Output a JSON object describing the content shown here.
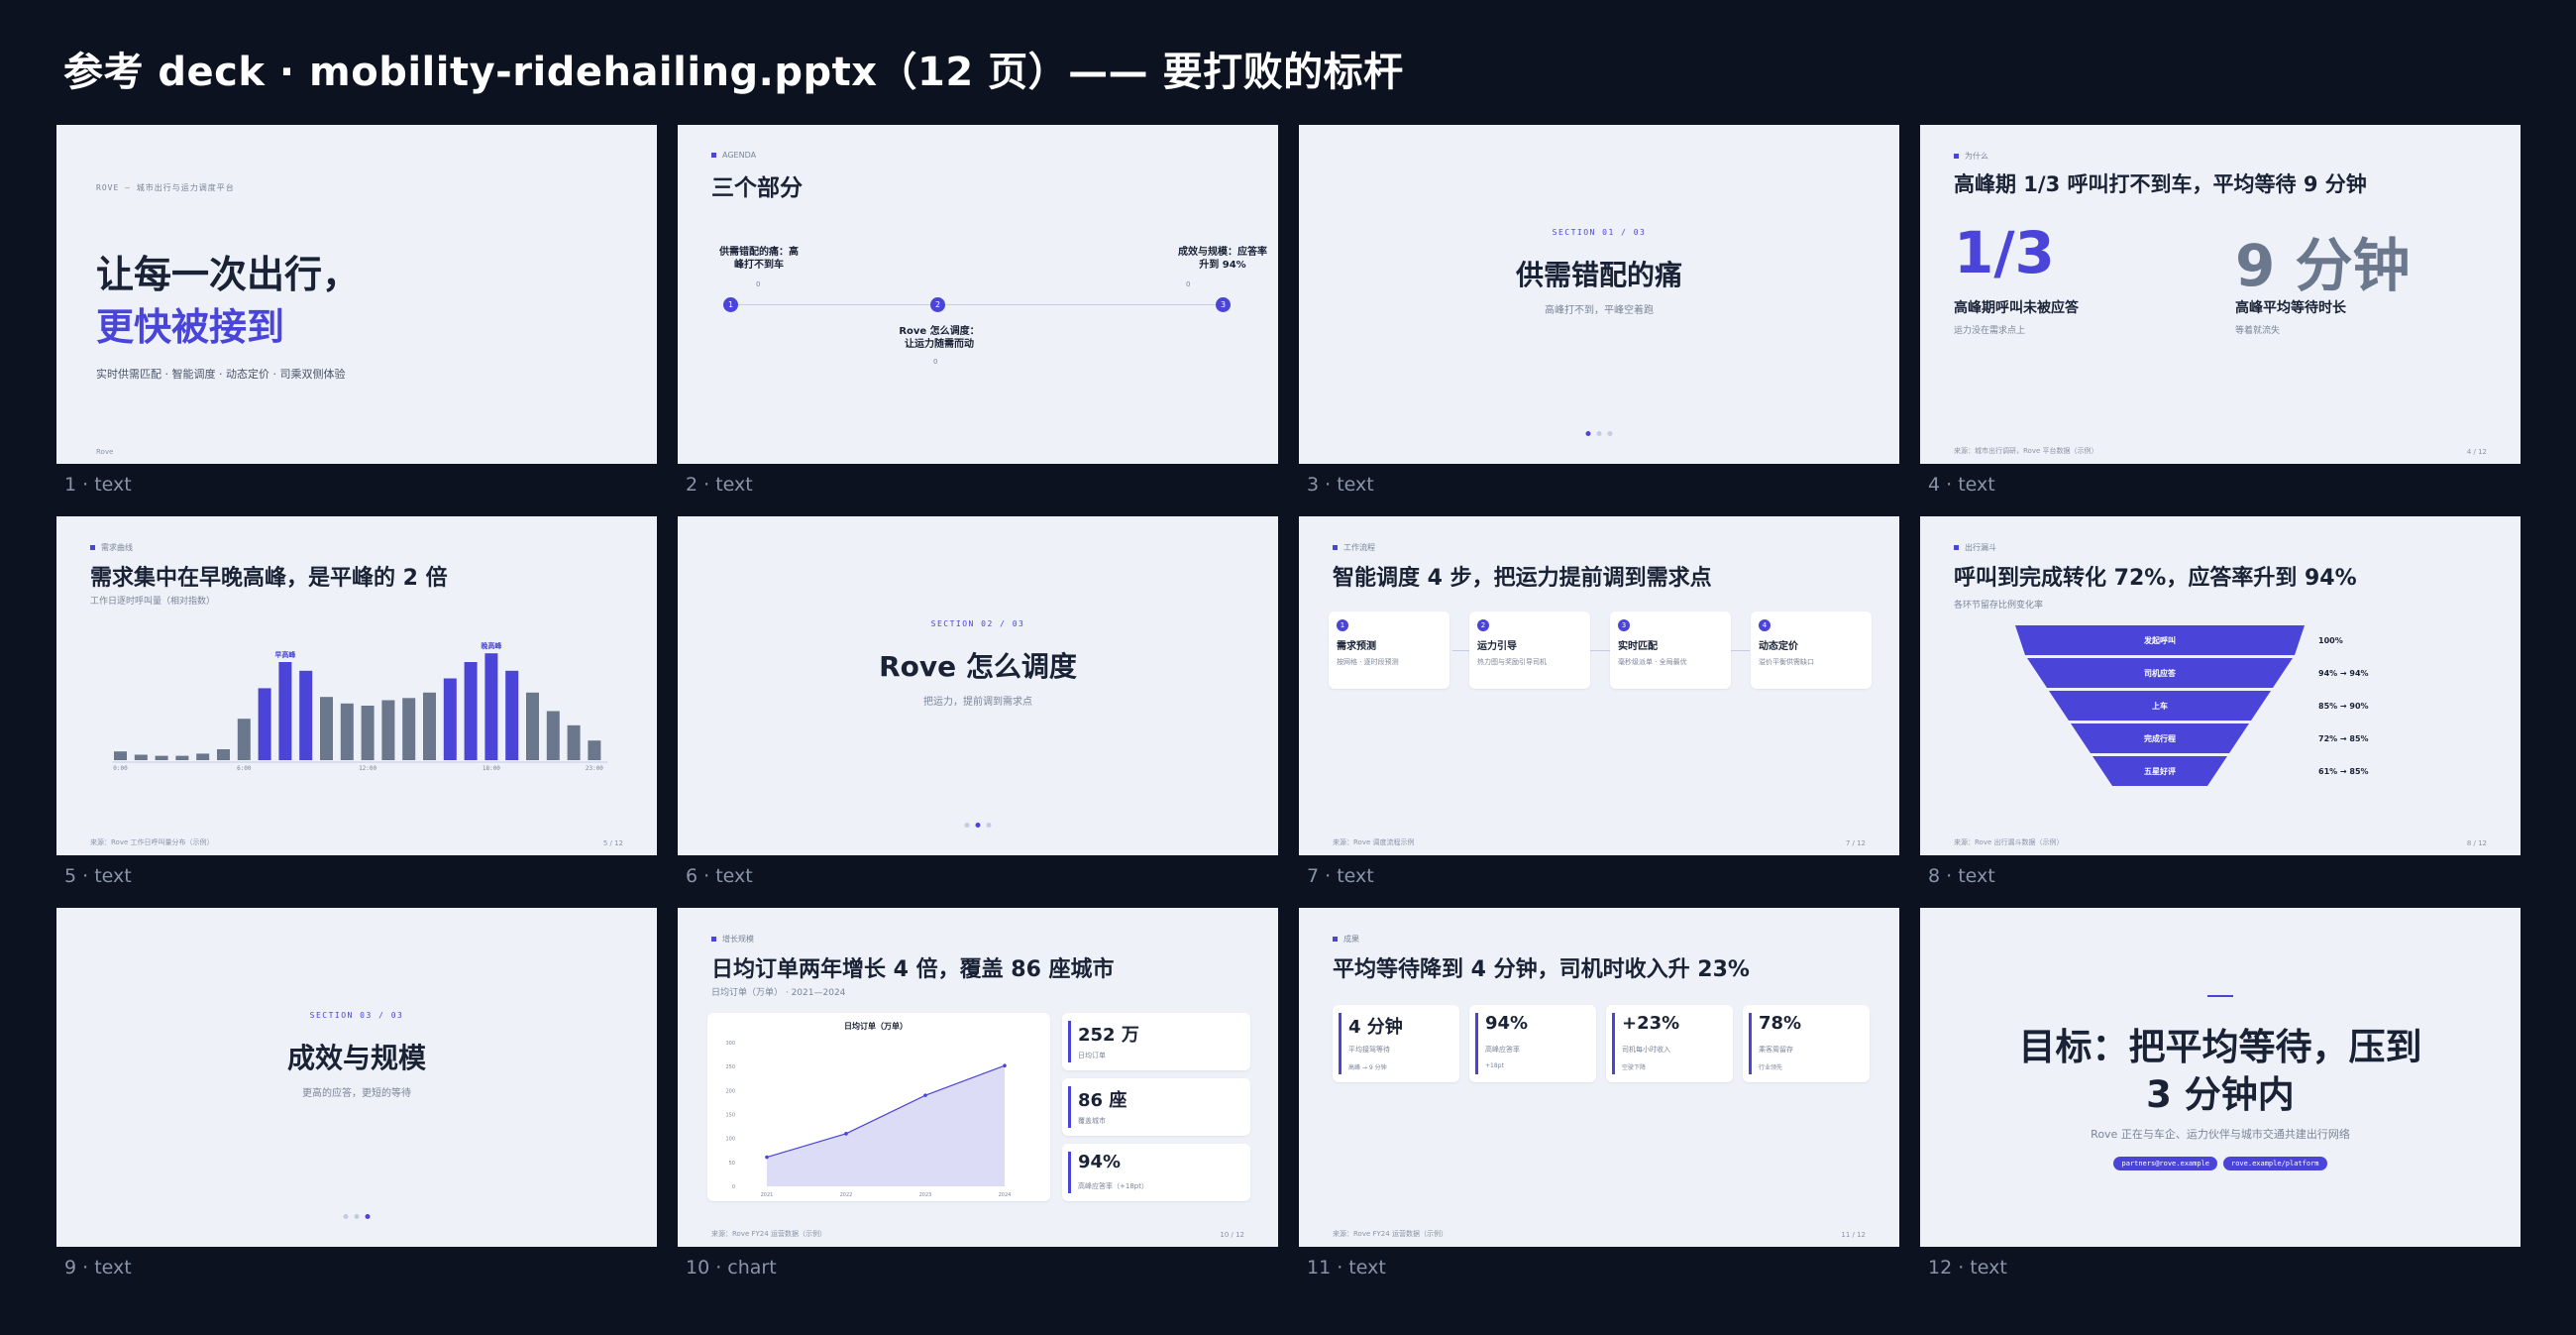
{
  "header": {
    "title": "参考 deck · mobility-ridehailing.pptx（12 页）—— 要打败的标杆"
  },
  "slides": [
    {
      "caption": "1 · text",
      "kicker": "ROVE — 城市出行与运力调度平台",
      "title_line1": "让每一次出行，",
      "title_line2": "更快被接到",
      "subtitle": "实时供需匹配 · 智能调度 · 动态定价 · 司乘双侧体验",
      "footer": "Rove"
    },
    {
      "caption": "2 · text",
      "kicker": "AGENDA",
      "title": "三个部分",
      "items": [
        {
          "num": "1",
          "label": "供需错配的痛：高峰打不到车",
          "dot": "0"
        },
        {
          "num": "2",
          "label": "Rove 怎么调度：让运力随需而动",
          "dot": "0"
        },
        {
          "num": "3",
          "label": "成效与规模：应答率升到 94%",
          "dot": "0"
        }
      ]
    },
    {
      "caption": "3 · text",
      "section": "SECTION 01 / 03",
      "title": "供需错配的痛",
      "subtitle": "高峰打不到，平峰空着跑"
    },
    {
      "caption": "4 · text",
      "kicker": "为什么",
      "title": "高峰期 1/3 呼叫打不到车，平均等待 9 分钟",
      "stats": [
        {
          "value": "1/3",
          "label": "高峰期呼叫未被应答",
          "note": "运力没在需求点上",
          "color": "#4a45d8"
        },
        {
          "value": "9 分钟",
          "label": "高峰平均等待时长",
          "note": "等着就流失",
          "color": "#6b778c"
        }
      ],
      "footer_left": "来源：城市出行调研，Rove 平台数据（示例）",
      "footer_right": "4 / 12"
    },
    {
      "caption": "5 · text",
      "kicker": "需求曲线",
      "title": "需求集中在早晚高峰，是平峰的 2 倍",
      "subtitle": "工作日逐时呼叫量（相对指数）",
      "peak_labels": [
        "早高峰",
        "晚高峰"
      ],
      "ticks": [
        "0:00",
        "6:00",
        "12:00",
        "18:00",
        "23:00"
      ],
      "footer_left": "来源：Rove 工作日呼叫量分布（示例）",
      "footer_right": "5 / 12"
    },
    {
      "caption": "6 · text",
      "section": "SECTION 02 / 03",
      "title": "Rove 怎么调度",
      "subtitle": "把运力，提前调到需求点"
    },
    {
      "caption": "7 · text",
      "kicker": "工作流程",
      "title": "智能调度 4 步，把运力提前调到需求点",
      "steps": [
        {
          "num": "1",
          "title": "需求预测",
          "desc": "按网格 · 逐时段预测"
        },
        {
          "num": "2",
          "title": "运力引导",
          "desc": "热力图与奖励引导司机"
        },
        {
          "num": "3",
          "title": "实时匹配",
          "desc": "毫秒级派单 · 全局最优"
        },
        {
          "num": "4",
          "title": "动态定价",
          "desc": "溢价平衡供需缺口"
        }
      ],
      "footer_left": "来源：Rove 调度流程示例",
      "footer_right": "7 / 12"
    },
    {
      "caption": "8 · text",
      "kicker": "出行漏斗",
      "title": "呼叫到完成转化 72%，应答率升到 94%",
      "subtitle": "各环节留存比例变化率",
      "funnel": [
        {
          "label": "发起呼叫",
          "value": "100%"
        },
        {
          "label": "司机应答",
          "value": "94% → 94%"
        },
        {
          "label": "上车",
          "value": "85% → 90%"
        },
        {
          "label": "完成行程",
          "value": "72% → 85%"
        },
        {
          "label": "五星好评",
          "value": "61% → 85%"
        }
      ],
      "footer_left": "来源：Rove 出行漏斗数据（示例）",
      "footer_right": "8 / 12"
    },
    {
      "caption": "9 · text",
      "section": "SECTION 03 / 03",
      "title": "成效与规模",
      "subtitle": "更高的应答，更短的等待"
    },
    {
      "caption": "10 · chart",
      "kicker": "增长规模",
      "title": "日均订单两年增长 4 倍，覆盖 86 座城市",
      "subtitle": "日均订单（万单） · 2021—2024",
      "chart_title": "日均订单（万单）",
      "kpis": [
        {
          "value": "252 万",
          "label": "日均订单"
        },
        {
          "value": "86 座",
          "label": "覆盖城市"
        },
        {
          "value": "94%",
          "label": "高峰应答率（+18pt）"
        }
      ],
      "footer_left": "来源：Rove FY24 运营数据（示例）",
      "footer_right": "10 / 12"
    },
    {
      "caption": "11 · text",
      "kicker": "成果",
      "title": "平均等待降到 4 分钟，司机时收入升 23%",
      "metrics": [
        {
          "value": "4 分钟",
          "label": "平均接驾等待",
          "note": "高峰 → 9 分钟"
        },
        {
          "value": "94%",
          "label": "高峰应答率",
          "note": "+18pt"
        },
        {
          "value": "+23%",
          "label": "司机每小时收入",
          "note": "空驶下降"
        },
        {
          "value": "78%",
          "label": "乘客周留存",
          "note": "行业领先"
        }
      ],
      "footer_left": "来源：Rove FY24 运营数据（示例）",
      "footer_right": "11 / 12"
    },
    {
      "caption": "12 · text",
      "title_line1": "目标：把平均等待，压到",
      "title_line2": "3 分钟内",
      "subtitle": "Rove 正在与车企、运力伙伴与城市交通共建出行网络",
      "pills": [
        "partners@rove.example",
        "rove.example/platform"
      ]
    }
  ],
  "chart_data": [
    {
      "type": "bar",
      "title": "",
      "categories": [
        "0",
        "1",
        "2",
        "3",
        "4",
        "5",
        "6",
        "7",
        "8",
        "9",
        "10",
        "11",
        "12",
        "13",
        "14",
        "15",
        "16",
        "17",
        "18",
        "19",
        "20",
        "21",
        "22",
        "23"
      ],
      "values": [
        8,
        5,
        4,
        4,
        6,
        10,
        38,
        66,
        90,
        82,
        58,
        52,
        50,
        55,
        57,
        62,
        75,
        90,
        98,
        82,
        62,
        45,
        32,
        18
      ],
      "highlight": [
        7,
        8,
        9,
        16,
        17,
        18,
        19
      ],
      "colors": {
        "normal": "#6b778c",
        "highlight": "#4a45d8"
      },
      "ylim": [
        0,
        100
      ]
    },
    {
      "type": "area",
      "title": "日均订单（万单）",
      "x": [
        "2021",
        "2022",
        "2023",
        "2024"
      ],
      "y": [
        61,
        110,
        190,
        252
      ],
      "ylim": [
        0,
        300
      ],
      "yticks": [
        "0",
        "50",
        "100",
        "150",
        "200",
        "250",
        "300"
      ],
      "colors": {
        "line": "#4a45d8",
        "fill": "#dcdcf6"
      }
    }
  ]
}
